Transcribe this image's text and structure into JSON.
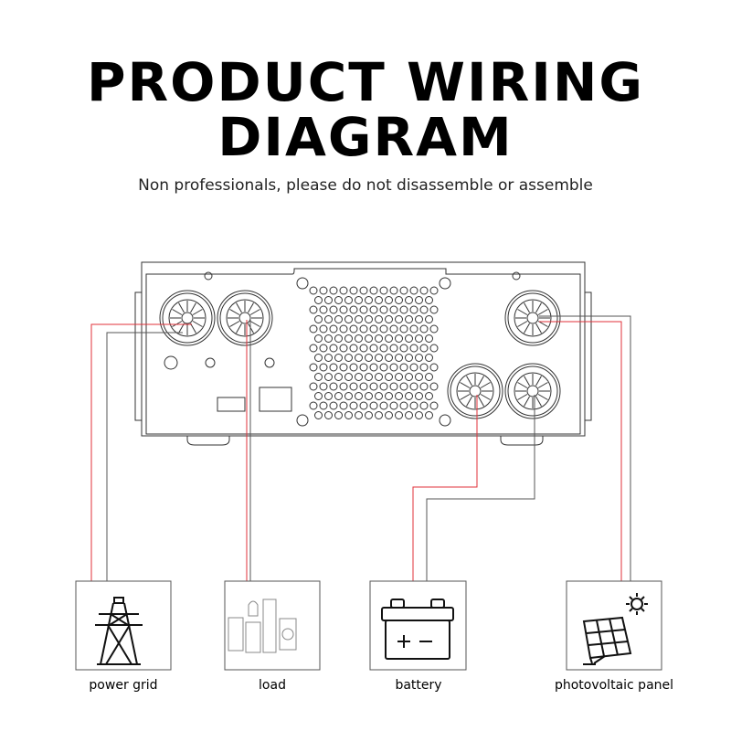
{
  "title_line1": "PRODUCT WIRING",
  "title_line2": "DIAGRAM",
  "subtitle": "Non professionals, please do not disassemble or assemble",
  "components": [
    {
      "label": "power grid",
      "icon": "transmission-tower-icon"
    },
    {
      "label": "load",
      "icon": "appliances-icon"
    },
    {
      "label": "battery",
      "icon": "battery-icon"
    },
    {
      "label": "photovoltaic panel",
      "icon": "solar-panel-icon"
    }
  ],
  "colors": {
    "live_wire": "#e0323a",
    "neutral_wire": "#555555"
  }
}
